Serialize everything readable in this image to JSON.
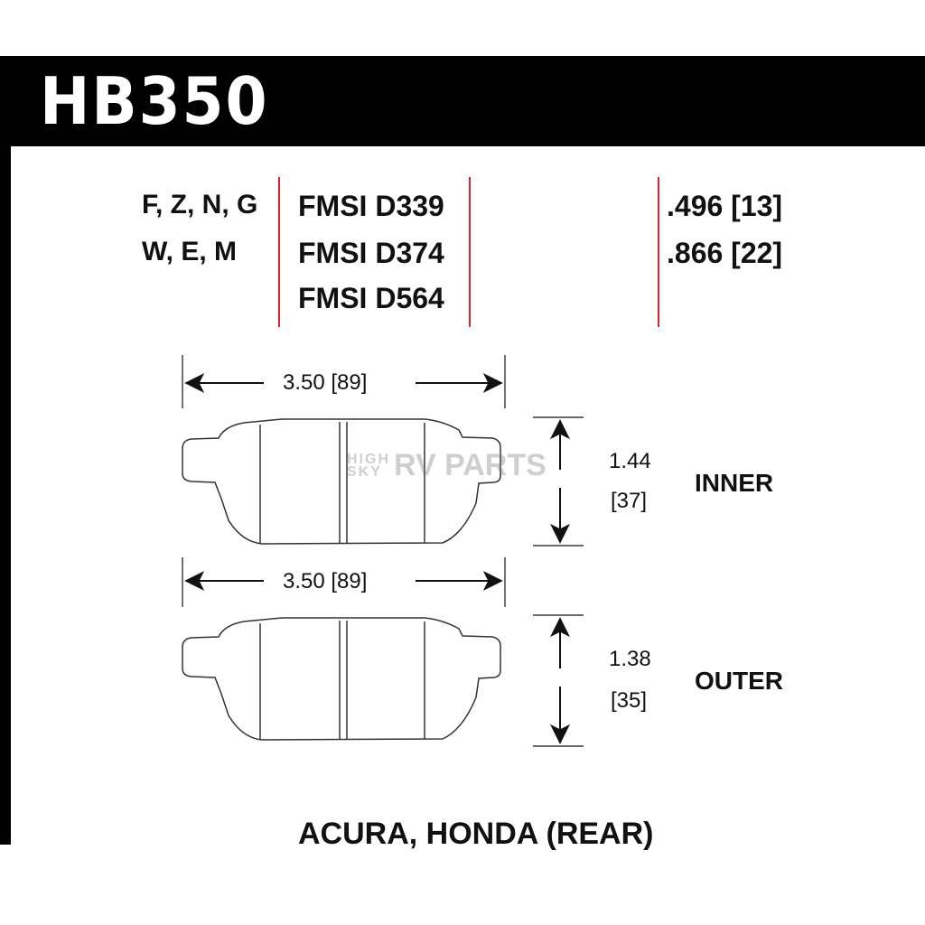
{
  "header": {
    "part_number": "HB350"
  },
  "compounds": [
    "F, Z, N, G",
    "W, E, M"
  ],
  "fmsi": [
    "FMSI D339",
    "FMSI D374",
    "FMSI D564"
  ],
  "thickness": [
    ".496 [13]",
    ".866 [22]"
  ],
  "inner_pad": {
    "width": "3.50 [89]",
    "height_in": "1.44",
    "height_mm": "[37]",
    "label": "INNER"
  },
  "outer_pad": {
    "width": "3.50 [89]",
    "height_in": "1.38",
    "height_mm": "[35]",
    "label": "OUTER"
  },
  "watermark": {
    "small_top": "HIGH",
    "small_bottom": "SKY",
    "big": "RV PARTS"
  },
  "vehicle": "ACURA, HONDA (REAR)",
  "colors": {
    "header": "#000000",
    "accent_lines": "#d7262f",
    "ink": "#111111"
  }
}
